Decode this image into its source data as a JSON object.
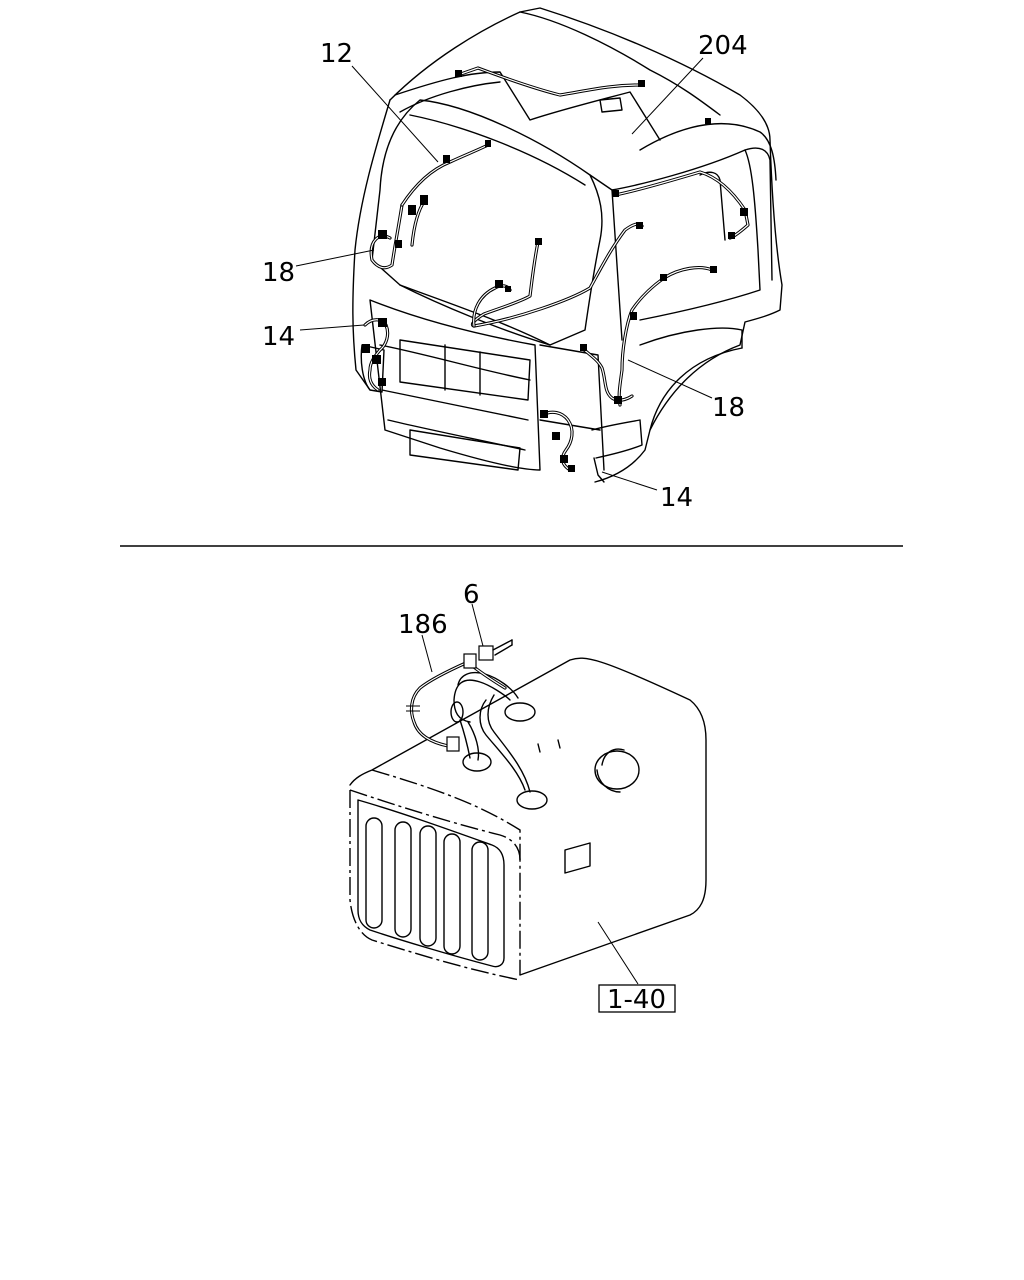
{
  "callouts": {
    "c12": "12",
    "c204": "204",
    "c18_left": "18",
    "c14_left": "14",
    "c18_right": "18",
    "c14_right": "14",
    "c6": "6",
    "c186": "186",
    "ref_1_40": "1-40"
  },
  "colors": {
    "ink": "#000000",
    "paper": "#ffffff"
  }
}
